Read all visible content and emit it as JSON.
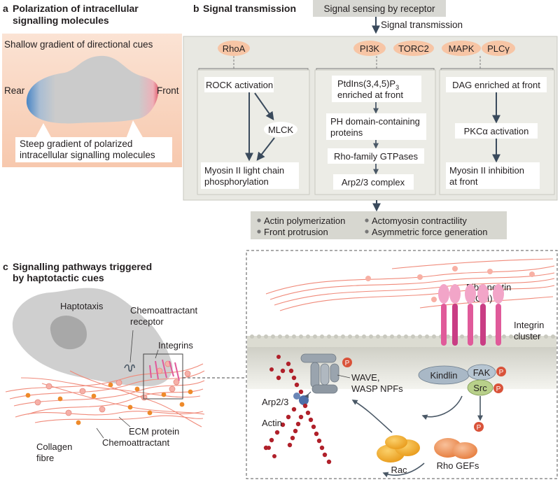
{
  "panel_a": {
    "letter": "a",
    "title_line1": "Polarization of intracellular",
    "title_line2": "signalling molecules",
    "subtitle": "Shallow gradient of directional cues",
    "rear_label": "Rear",
    "front_label": "Front",
    "callout_line1": "Steep gradient of polarized",
    "callout_line2": "intracellular signalling molecules",
    "colors": {
      "background": "#f9d7c3",
      "cell": "#cbcbcb",
      "rear": "#4a86c5",
      "front": "#e06070"
    }
  },
  "panel_b": {
    "letter": "b",
    "title": "Signal transmission",
    "top_box": "Signal sensing by receptor",
    "arrow_label": "Signal transmission",
    "pills": {
      "rhoa": "RhoA",
      "pi3k": "PI3K",
      "torc2": "TORC2",
      "mapk": "MAPK",
      "plcg": "PLCγ"
    },
    "left_column": {
      "rock": "ROCK activation",
      "mlck": "MLCK",
      "myosin_line1": "Myosin II light chain",
      "myosin_line2": "phosphorylation"
    },
    "mid_column": {
      "ptd_main": "PtdIns(3,4,5)P",
      "ptd_sub": "3",
      "ptd_line2": "enriched at front",
      "ph_line1": "PH domain-containing",
      "ph_line2": "proteins",
      "rho": "Rho-family GTPases",
      "arp": "Arp2/3 complex"
    },
    "right_column": {
      "dag": "DAG enriched at front",
      "pkc": "PKCα activation",
      "inhib_line1": "Myosin II inhibition",
      "inhib_line2": "at front"
    },
    "outcomes": [
      "Actin polymerization",
      "Front protrusion",
      "Actomyosin contractility",
      "Asymmetric force generation"
    ],
    "colors": {
      "panel": "#e8e8e2",
      "pill": "#f7c5a5",
      "top_box": "#d8d8d3",
      "outcome_box": "#d7d7d0",
      "arrow": "#3a4a5c"
    }
  },
  "panel_c": {
    "letter": "c",
    "title_line1": "Signalling pathways triggered",
    "title_line2": "by haptotactic cues",
    "haptotaxis": "Haptotaxis",
    "chemo_receptor_line1": "Chemoattractant",
    "chemo_receptor_line2": "receptor",
    "integrins": "Integrins",
    "ecm_protein": "ECM protein",
    "chemoattractant": "Chemoattractant",
    "collagen_line1": "Collagen",
    "collagen_line2": "fibre",
    "fibronectin_line1": "Fibronectin",
    "fibronectin_line2": "(ECM)",
    "integrin_cluster_line1": "Integrin",
    "integrin_cluster_line2": "cluster",
    "kindlin": "Kindlin",
    "fak": "FAK",
    "src": "Src",
    "phospho": "P",
    "wave_line1": "WAVE,",
    "wave_line2": "WASP NPFs",
    "arp23": "Arp2/3",
    "actin": "Actin",
    "rac": "Rac",
    "rho_gefs": "Rho GEFs",
    "colors": {
      "fibre": "#f08a7a",
      "integrin": "#e05a9a",
      "actin": "#b0202a",
      "membrane": "#d9d9cf",
      "phospho": "#d9533a",
      "rac": "#f2b233",
      "gef": "#f09a60",
      "wave": "#9aa4ae"
    }
  }
}
